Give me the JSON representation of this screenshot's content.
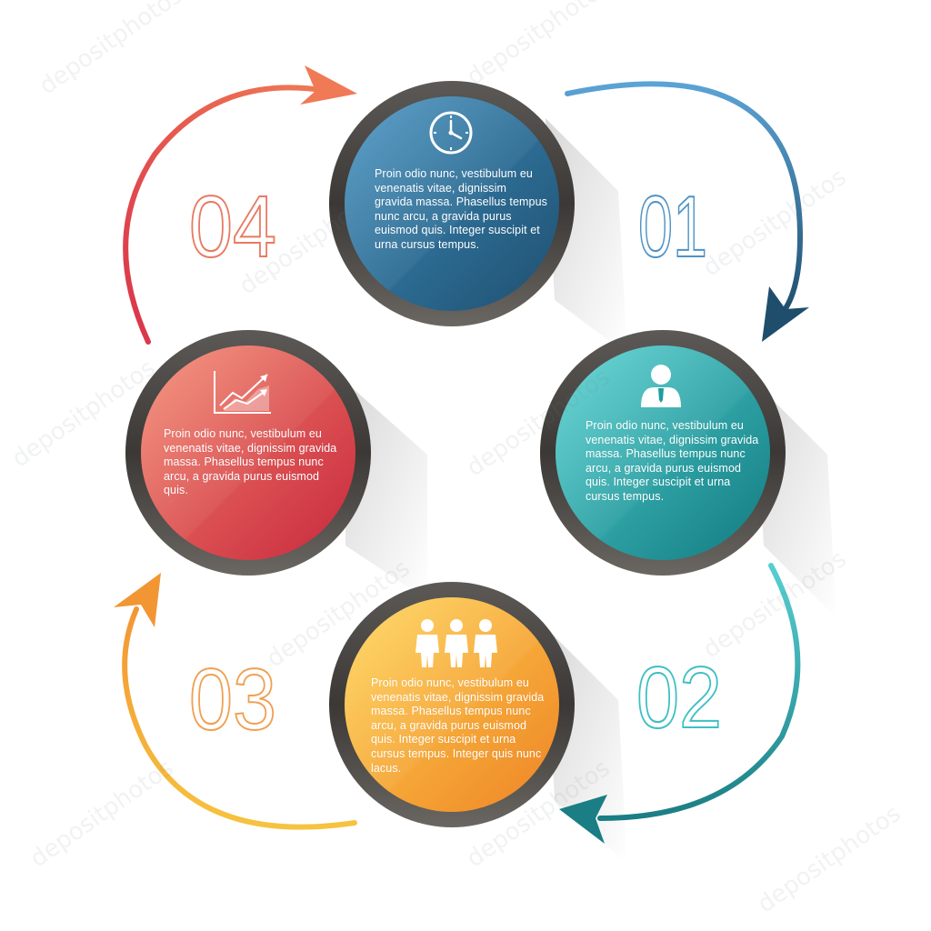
{
  "steps": [
    {
      "number": "01",
      "color": "#2f6f93",
      "icon": "clock-icon",
      "text": "Proin odio nunc, vestibulum eu venenatis vitae, dignissim gravida massa. Phasellus tempus nunc arcu, a gravida purus euismod quis. Integer suscipit et urna cursus tempus."
    },
    {
      "number": "02",
      "color": "#1f9c9f",
      "icon": "businessman-icon",
      "text": "Proin odio nunc, vestibulum eu venenatis vitae, dignissim gravida massa. Phasellus tempus nunc arcu, a gravida purus euismod quis. Integer suscipit et urna cursus tempus."
    },
    {
      "number": "03",
      "color": "#f0921f",
      "icon": "team-icon",
      "text": "Proin odio nunc, vestibulum eu venenatis vitae, dignissim gravida massa. Phasellus tempus nunc arcu, a gravida purus euismod quis. Integer suscipit et urna cursus tempus. Integer quis nunc lacus."
    },
    {
      "number": "04",
      "color": "#e0434b",
      "icon": "growth-chart-icon",
      "text": "Proin odio nunc, vestibulum eu venenatis vitae, dignissim gravida massa. Phasellus tempus nunc arcu, a gravida purus euismod quis."
    }
  ],
  "watermark": "depositphotos"
}
